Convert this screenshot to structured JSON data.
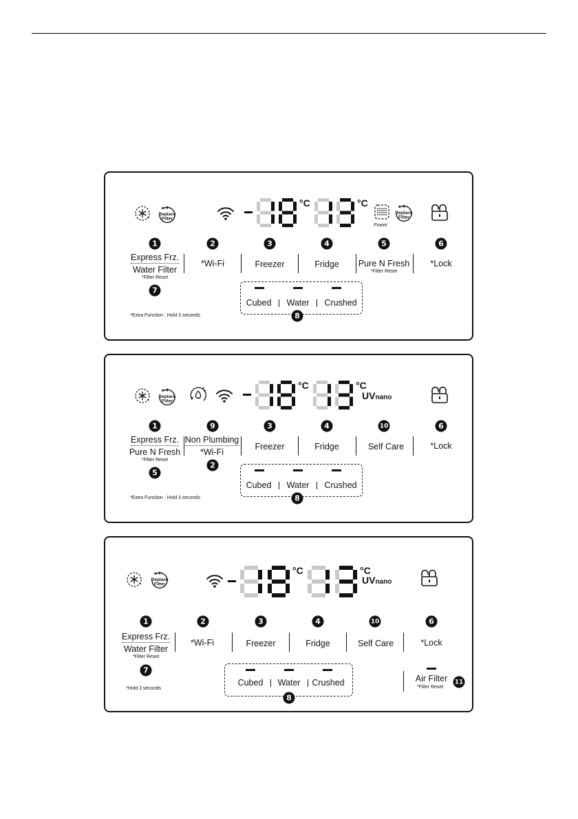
{
  "common": {
    "degree_c": "°C",
    "power_label": "Power",
    "uv_label": "UV",
    "uv_sub": "nano",
    "replace_filter_line1": "Replace",
    "replace_filter_line2": "Filter",
    "dispenser": {
      "cubed": "Cubed",
      "water": "Water",
      "crushed": "Crushed"
    },
    "icons": [
      "express-freeze-icon",
      "replace-filter-icon",
      "wifi-icon",
      "power-icon",
      "lock-icon",
      "non-plumbing-icon",
      "digit-display"
    ],
    "colors": {
      "ink": "#111111",
      "digit_dim": "#c8c8c8",
      "digit_on": "#111111"
    }
  },
  "panel1": {
    "n1": "1",
    "n2": "2",
    "n3": "3",
    "n4": "4",
    "n5": "5",
    "n6": "6",
    "n7": "7",
    "n8": "8",
    "express": "Express Frz.",
    "water_filter": "Water Filter",
    "filter_reset": "*Filter Reset",
    "wifi": "*Wi-Fi",
    "freezer": "Freezer",
    "fridge": "Fridge",
    "pure": "Pure N Fresh",
    "pure_reset": "*Filter Reset",
    "lock": "*Lock",
    "note": "*Extra Function : Hold 3 seconds"
  },
  "panel2": {
    "n1": "1",
    "n9": "9",
    "n3": "3",
    "n4": "4",
    "n10": "10",
    "n6": "6",
    "n5": "5",
    "n2": "2",
    "n8": "8",
    "express": "Express Frz.",
    "pure": "Pure N Fresh",
    "filter_reset": "*Filter Reset",
    "non_plumbing": "Non Plumbing",
    "wifi": "*Wi-Fi",
    "freezer": "Freezer",
    "fridge": "Fridge",
    "self_care": "Self Care",
    "lock": "*Lock",
    "note": "*Extra Function : Hold 3 seconds"
  },
  "panel3": {
    "n1": "1",
    "n2": "2",
    "n3": "3",
    "n4": "4",
    "n10": "10",
    "n6": "6",
    "n7": "7",
    "n8": "8",
    "n11": "11",
    "express": "Express Frz.",
    "water_filter": "Water Filter",
    "filter_reset": "*Filter Reset",
    "wifi": "*Wi-Fi",
    "freezer": "Freezer",
    "fridge": "Fridge",
    "self_care": "Self Care",
    "lock": "*Lock",
    "air_filter": "Air Filter",
    "air_reset": "*Filter Reset",
    "note": "*Hold 3 seconds"
  }
}
